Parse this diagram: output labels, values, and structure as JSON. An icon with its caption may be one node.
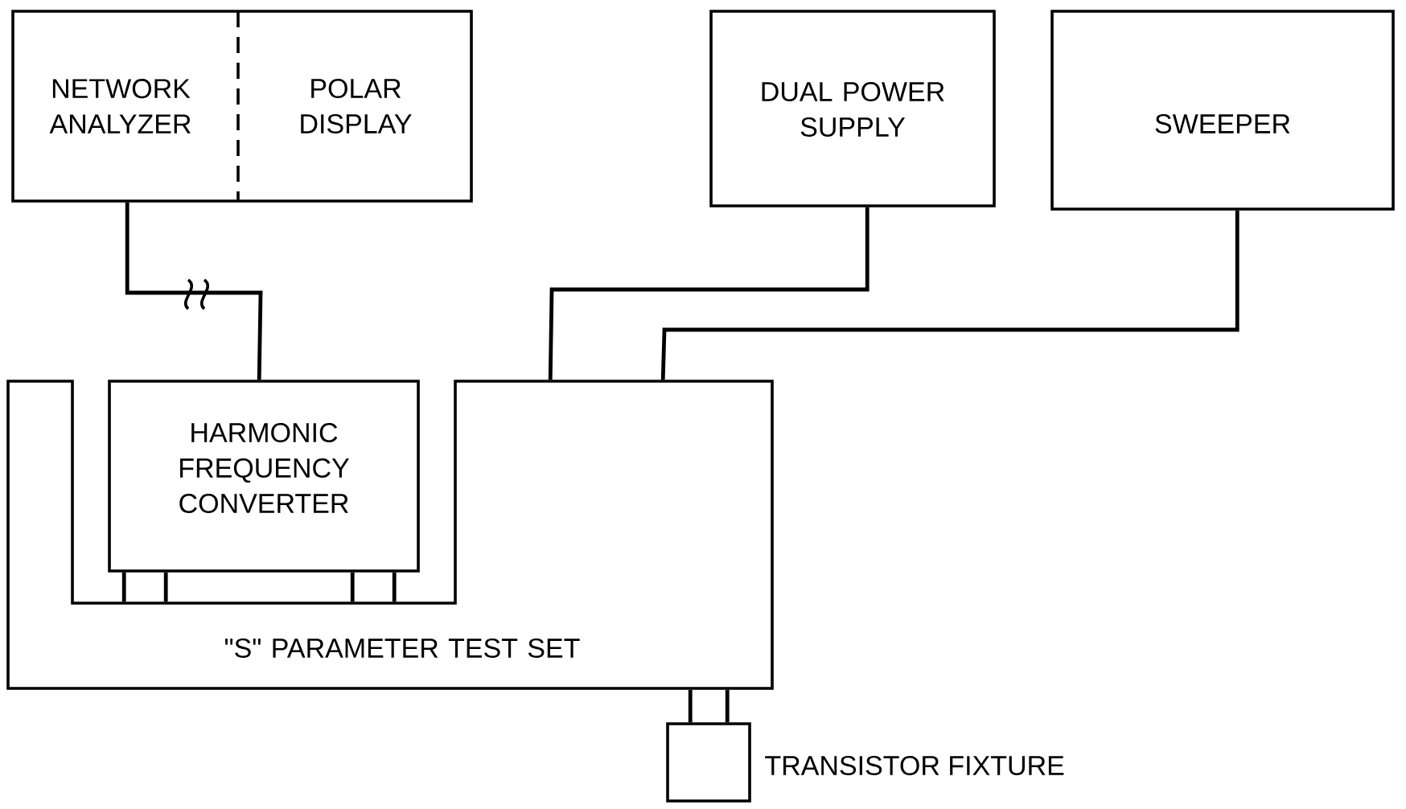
{
  "diagram": {
    "nodes": [
      {
        "text": [
          "NETWORK ANALYZER",
          "POLAR DISPLAY"
        ]
      },
      {
        "text": [
          "DUAL POWER SUPPLY"
        ]
      },
      {
        "text": [
          "SWEEPER"
        ]
      },
      {
        "text": [
          "\"S\" PARAMETER TEST SET"
        ]
      },
      {
        "text": [
          "HARMONIC FREQUENCY CONVERTER"
        ]
      },
      {
        "text": [],
        "shape": "box",
        "beside": [
          "TRANSISTOR FIXTURE"
        ]
      }
    ],
    "edges": [
      {
        "from": 0,
        "to": 4,
        "arrow": "none"
      },
      {
        "from": 1,
        "to": 3,
        "arrow": "none"
      },
      {
        "from": 2,
        "to": 3,
        "arrow": "none"
      },
      {
        "from": 4,
        "to": 3,
        "arrow": "none"
      },
      {
        "from": 4,
        "to": 3,
        "arrow": "none"
      },
      {
        "from": 4,
        "to": 3,
        "arrow": "none"
      },
      {
        "from": 4,
        "to": 3,
        "arrow": "none"
      },
      {
        "from": 3,
        "to": 5,
        "arrow": "none"
      },
      {
        "from": 3,
        "to": 5,
        "arrow": "none"
      }
    ]
  }
}
